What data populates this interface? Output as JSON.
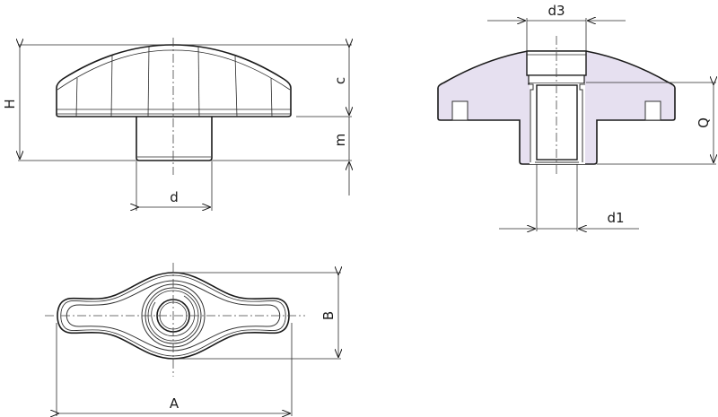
{
  "drawing": {
    "title": "Wing knob technical drawing",
    "section_fill": "#e6e0f0",
    "views": {
      "side_view": {
        "labels": {
          "H": "H",
          "c": "c",
          "m": "m",
          "d": "d"
        }
      },
      "section_view": {
        "labels": {
          "d3": "d3",
          "Q": "Q",
          "d1": "d1"
        }
      },
      "top_view": {
        "labels": {
          "A": "A",
          "B": "B"
        }
      }
    }
  }
}
